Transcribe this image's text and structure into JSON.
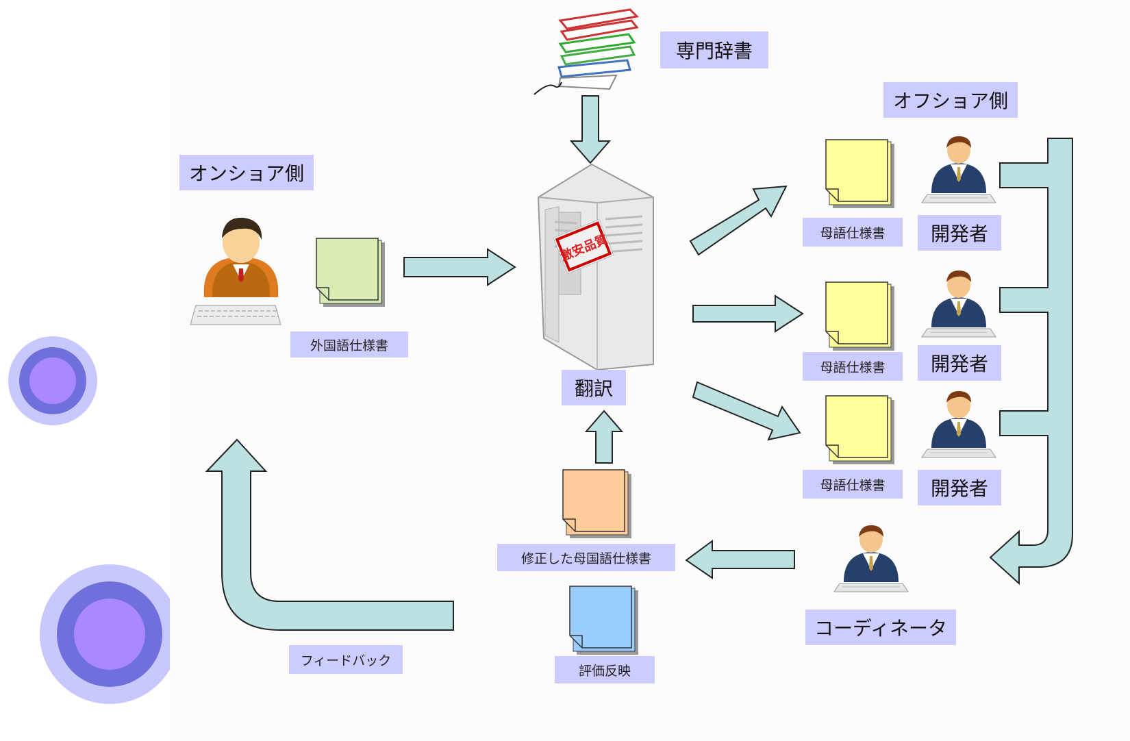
{
  "diagram": {
    "onshore_label": "オンショア側",
    "offshore_label": "オフショア側",
    "dictionary_label": "専門辞書",
    "translation_label": "翻訳",
    "foreign_spec_label": "外国語仕様書",
    "native_doc_label": "母語仕様書",
    "developer_label": "開発者",
    "coordinator_label": "コーディネータ",
    "revised_doc_label": "修正した母国語仕様書",
    "evaluation_label": "評価反映",
    "feedback_label": "フィードバック",
    "stamp_text": "激安品質"
  },
  "colors": {
    "label_bg": "#ccccff",
    "arrow_fill": "#bde0e0",
    "doc_green": "#d8ecb4",
    "doc_yellow": "#ffff9c",
    "doc_orange": "#ffcc99",
    "doc_blue": "#99ccff",
    "circle_outer": "#c8c8ff",
    "circle_mid": "#7070dd",
    "circle_inner": "#aa88ff"
  },
  "icons": [
    "user-icon",
    "document-icon",
    "server-icon",
    "books-icon",
    "arrow-icon"
  ]
}
